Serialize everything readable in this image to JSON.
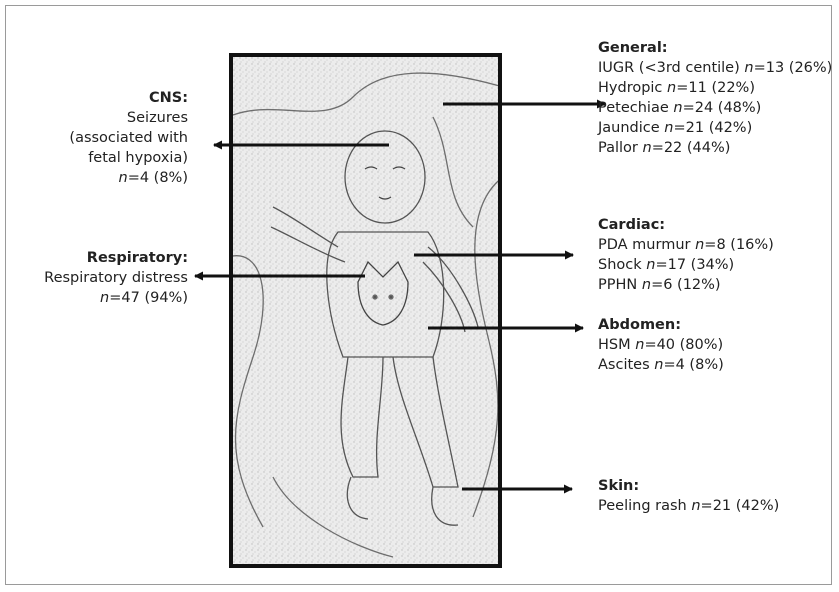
{
  "sections": {
    "cns": {
      "heading": "CNS:",
      "lines": [
        "Seizures",
        "(associated with",
        "fetal hypoxia)"
      ],
      "stat": {
        "n": "n",
        "value": "=4 (8%)"
      }
    },
    "respiratory": {
      "heading": "Respiratory:",
      "lines": [
        "Respiratory distress"
      ],
      "stat": {
        "n": "n",
        "value": "=47 (94%)"
      }
    },
    "general": {
      "heading": "General:",
      "items": [
        {
          "label": "IUGR (<3rd centile) ",
          "n": "n",
          "value": "=13 (26%)"
        },
        {
          "label": "Hydropic ",
          "n": "n",
          "value": "=11 (22%)"
        },
        {
          "label": "Petechiae ",
          "n": "n",
          "value": "=24 (48%)"
        },
        {
          "label": "Jaundice ",
          "n": "n",
          "value": "=21 (42%)"
        },
        {
          "label": "Pallor ",
          "n": "n",
          "value": "=22 (44%)"
        }
      ]
    },
    "cardiac": {
      "heading": "Cardiac:",
      "items": [
        {
          "label": "PDA murmur ",
          "n": "n",
          "value": "=8 (16%)"
        },
        {
          "label": "Shock ",
          "n": "n",
          "value": "=17 (34%)"
        },
        {
          "label": "PPHN ",
          "n": "n",
          "value": "=6 (12%)"
        }
      ]
    },
    "abdomen": {
      "heading": "Abdomen:",
      "items": [
        {
          "label": "HSM ",
          "n": "n",
          "value": "=40 (80%)"
        },
        {
          "label": "Ascites ",
          "n": "n",
          "value": "=4 (8%)"
        }
      ]
    },
    "skin": {
      "heading": "Skin:",
      "items": [
        {
          "label": "Peeling rash ",
          "n": "n",
          "value": "=21 (42%)"
        }
      ]
    }
  }
}
